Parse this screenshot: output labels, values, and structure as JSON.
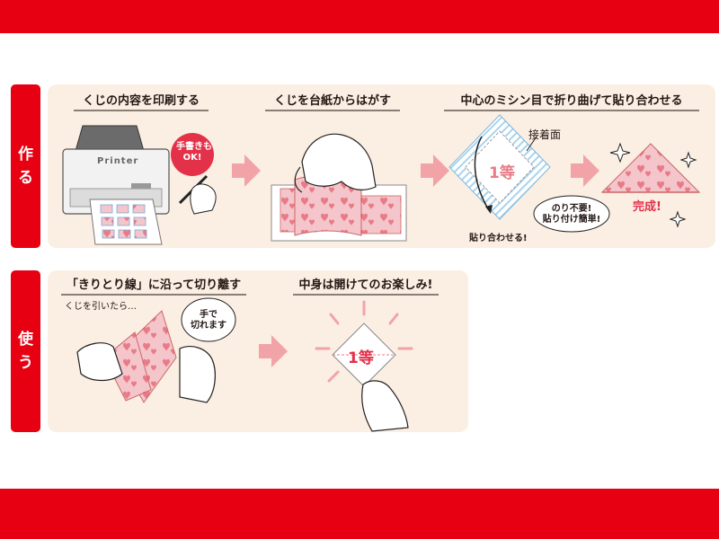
{
  "sections": {
    "make": {
      "tab": "作る"
    },
    "use": {
      "tab": "使う"
    }
  },
  "steps": {
    "print": {
      "title": "くじの内容を印刷する",
      "printer_label": "Printer",
      "bubble": "手書きも\nOK!"
    },
    "peel": {
      "title": "くじを台紙からはがす"
    },
    "fold": {
      "title": "中心のミシン目で折り曲げて貼り合わせる",
      "adhesive_label": "接着面",
      "ticket_text": "1等",
      "stick_label": "貼り合わせる!",
      "bubble": "のり不要!\n貼り付け簡単!",
      "done_label": "完成!"
    },
    "tear": {
      "title": "「きりとり線」に沿って切り離す",
      "pull_text": "くじを引いたら…",
      "bubble": "手で\n切れます"
    },
    "open": {
      "title": "中身は開けてのお楽しみ!",
      "ticket_text": "1等"
    }
  },
  "colors": {
    "brand_red": "#e60012",
    "panel_bg": "#fbeee2",
    "arrow_pink": "#f2a3a8",
    "pattern_pink": "#e87b87"
  }
}
